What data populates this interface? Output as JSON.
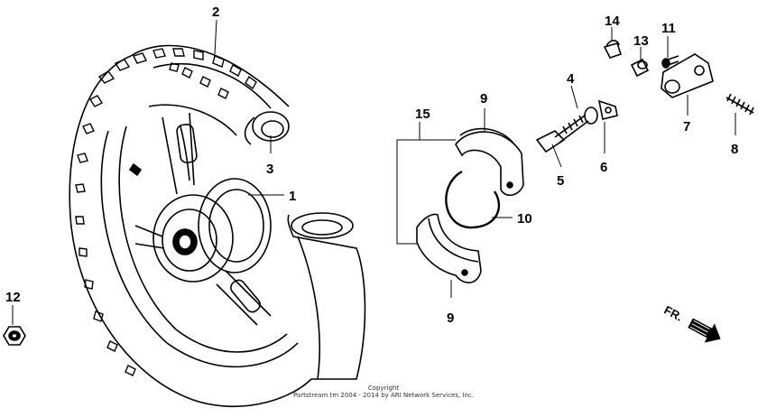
{
  "callouts": {
    "c1": "1",
    "c2": "2",
    "c3": "3",
    "c4": "4",
    "c5": "5",
    "c6": "6",
    "c7": "7",
    "c8": "8",
    "c9a": "9",
    "c9b": "9",
    "c10": "10",
    "c11": "11",
    "c12": "12",
    "c13": "13",
    "c14": "14",
    "c15": "15"
  },
  "direction_mark": "FR.",
  "copyright": {
    "line1": "Copyright",
    "line2": "Partstream tm 2004 - 2014 by ARI Network Services, Inc."
  }
}
